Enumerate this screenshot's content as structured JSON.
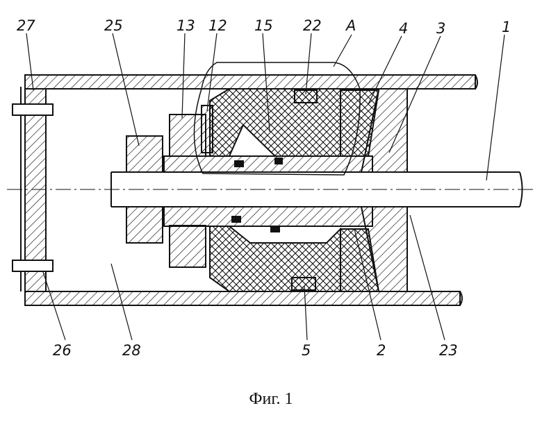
{
  "labels": {
    "l27": "27",
    "l25": "25",
    "l13": "13",
    "l12": "12",
    "l15": "15",
    "l22": "22",
    "lA": "A",
    "l4": "4",
    "l3": "3",
    "l1": "1",
    "l26": "26",
    "l28": "28",
    "l5": "5",
    "l2": "2",
    "l23": "23"
  },
  "caption": "Фиг. 1",
  "colors": {
    "ink": "#111111",
    "paper": "#ffffff"
  }
}
